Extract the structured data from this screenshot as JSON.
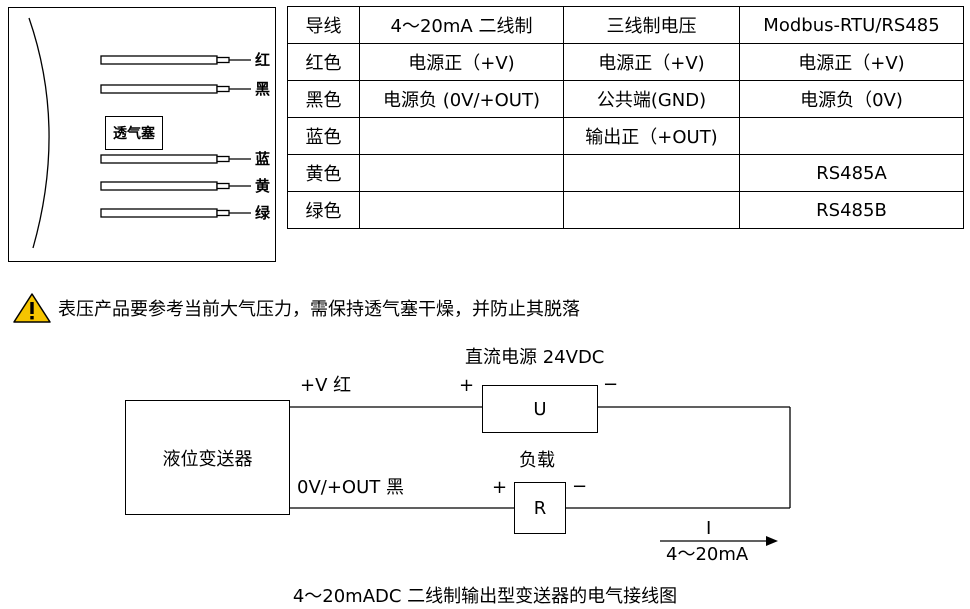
{
  "cable": {
    "wire_labels": [
      "红",
      "黑",
      "蓝",
      "黄",
      "绿"
    ],
    "vent_label": "透气塞"
  },
  "table": {
    "headers": [
      "导线",
      "4～20mA 二线制",
      "三线制电压",
      "Modbus-RTU/RS485"
    ],
    "rows": [
      [
        "红色",
        "电源正（+V)",
        "电源正（+V)",
        "电源正（+V)"
      ],
      [
        "黑色",
        "电源负 (0V/+OUT)",
        "公共端(GND)",
        "电源负（0V)"
      ],
      [
        "蓝色",
        "",
        "输出正（+OUT)",
        ""
      ],
      [
        "黄色",
        "",
        "",
        "RS485A"
      ],
      [
        "绿色",
        "",
        "",
        "RS485B"
      ]
    ]
  },
  "warning": {
    "icon": "warning-triangle-icon",
    "icon_color": "#f5c400",
    "text": "表压产品要参考当前大气压力，需保持透气塞干燥，并防止其脱落"
  },
  "circuit": {
    "transmitter_label": "液位变送器",
    "power_label": "直流电源 24VDC",
    "power_box_label": "U",
    "load_label": "负载",
    "load_box_label": "R",
    "top_wire_label": "+V  红",
    "bottom_wire_label": "0V/+OUT 黑",
    "plus_sign": "+",
    "minus_sign": "−",
    "current_symbol": "I",
    "current_range": "4～20mA"
  },
  "caption": "4～20mADC 二线制输出型变送器的电气接线图"
}
